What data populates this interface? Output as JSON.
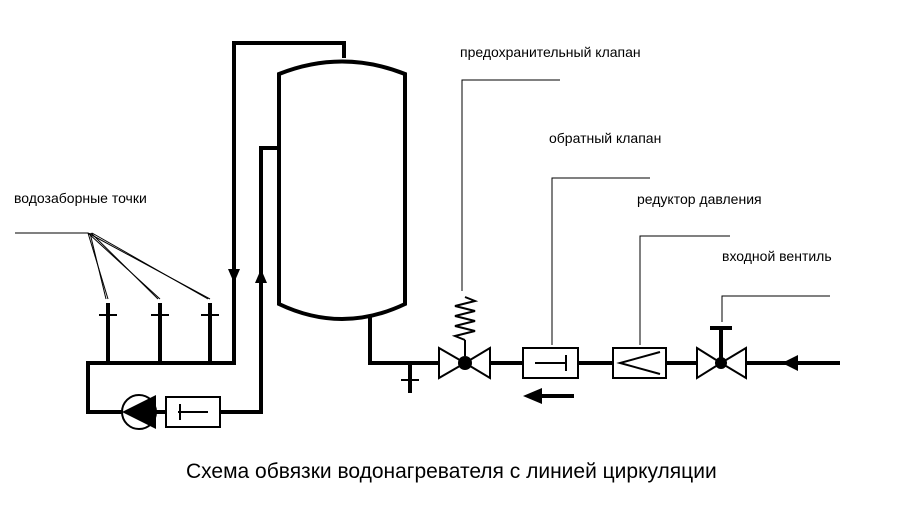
{
  "labels": {
    "water_points": "водозаборные точки",
    "safety_valve": "предохранительный клапан",
    "check_valve": "обратный клапан",
    "pressure_reducer": "редуктор давления",
    "inlet_valve": "входной вентиль"
  },
  "caption": "Схема обвязки водонагревателя с линией циркуляции"
}
